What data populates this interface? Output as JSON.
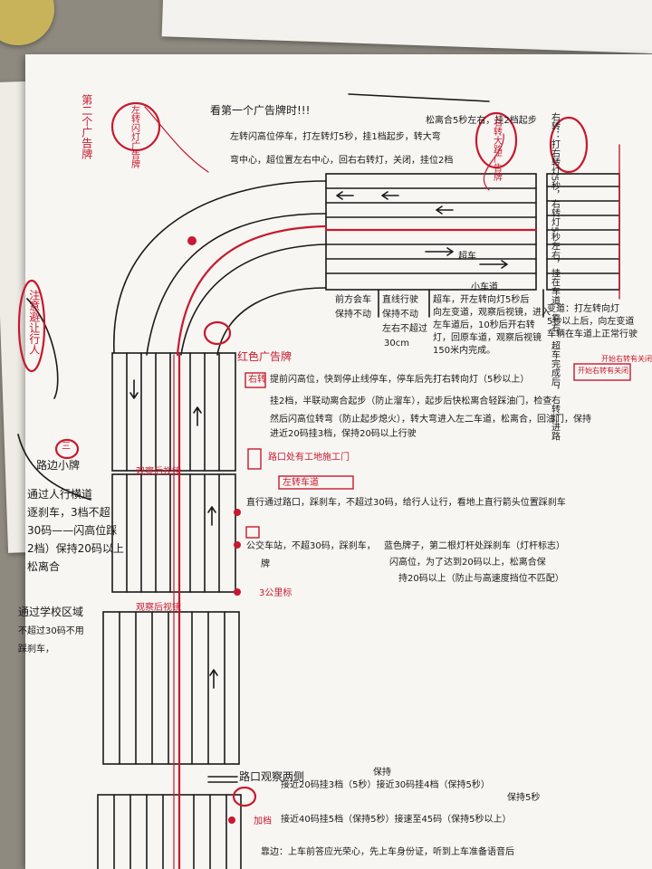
{
  "page": {
    "top_title": "看第一个广告牌时!!!",
    "top_left_label": "第二个广告牌",
    "top_left_circle": "左转闪灯广告牌",
    "top_note_1": "左转闪高位停车，打左转灯5秒，挂1档起步，转大弯",
    "top_note_2": "弯中心，超位置左右中心，回右右转灯，关闭，挂位2档",
    "top_right_note": "松离合5秒左右，挂2档起步",
    "top_right_circle": "右转大路广告牌",
    "far_right_note": "右转：打右转灯5秒，右转灯5秒左右，挂在车道，靠右，超车完成后，右转灯进路",
    "overtake_label": "超车",
    "lane_label_small": "小车道",
    "under_left_1": "前方会车",
    "under_left_2": "保持不动",
    "under_mid_1": "直线行驶",
    "under_mid_2": "保持不动",
    "under_mid_3": "左右不超过",
    "under_mid_4": "30cm",
    "under_right_1": "超车，开左转向灯5秒后",
    "under_right_2": "向左变道，观察后视镜，进入",
    "under_right_3": "左车道后，10秒后开右转",
    "under_right_4": "灯，回原车道，观察后视镜",
    "under_right_5": "150米内完成。",
    "under_far_right_1": "变道：打左转向灯",
    "under_far_right_2": "5秒以上后，向左变道",
    "under_far_right_3": "车辆在车道上正常行驶",
    "left_side_note": "注意避让行人",
    "red_ad_label": "红色广告牌",
    "red_ad_box": "右转",
    "red_line_1": "提前闪高位，快到停止线停车，停车后先打右转向灯（5秒以上）",
    "red_line_1_box": "开始右转有关闭",
    "red_line_2": "挂2档，半联动离合起步（防止溜车），起步后快松离合轻踩油门，检查",
    "red_line_3": "然后闪高位转弯（防止起步熄火），转大弯进入左二车道，松离合，回油门，保持",
    "red_line_4": "进近20码挂3档，保持20码以上行驶",
    "top_right_red_box": "开始右转有关闭",
    "school_circle": "三",
    "school_label": "路边小牌",
    "school_note_1": "通过人行横道",
    "school_note_2": "逐刹车，3档不超",
    "school_note_3": "30码——闪高位踩",
    "school_note_4": "2档）保持20码以上",
    "school_note_5": "松离合",
    "construction_label": "路口处有工地施工门",
    "road_box_label": "左转车道",
    "straight_note": "直行通过路口，踩刹车，不超过30码，给行人让行，看地上直行箭头位置踩刹车",
    "bus_note_1": "公交车站，不超30码，踩刹车，",
    "bus_note_2": "蓝色牌子，第二根灯杆处踩刹车（灯杆标志）",
    "bus_note_3": "牌",
    "bus_note_4": "闪高位，为了达到20码以上，松离合保",
    "bus_note_5": "持20码以上（防止与高速度挡位不匹配）",
    "three_lane_label": "3公里标",
    "observe_mirror_top": "观察后视镜",
    "observe_mirror_mid": "观察后视镜",
    "school_zone_1": "通过学校区域",
    "school_zone_2": "不超过30码不用",
    "school_zone_3": "踩刹车，",
    "crossing_label": "路口观察两侧",
    "accel_circle": "加档",
    "accel_1": "接近20码挂3档（5秒）接近30码挂4档（保持5秒）",
    "accel_2": "接近40码挂5档（保持5秒）接速至45码（保持5秒以上）",
    "accel_hold_top": "保持",
    "accel_hold_right": "保持5秒",
    "bottom_line": "靠边：上车前答应光荣心，先上车身份证，听到上车准备语音后"
  },
  "colors": {
    "ink": "#1a1a1a",
    "red": "#c8192e",
    "paper": "#f7f6f3",
    "table": "#8e8a80"
  }
}
